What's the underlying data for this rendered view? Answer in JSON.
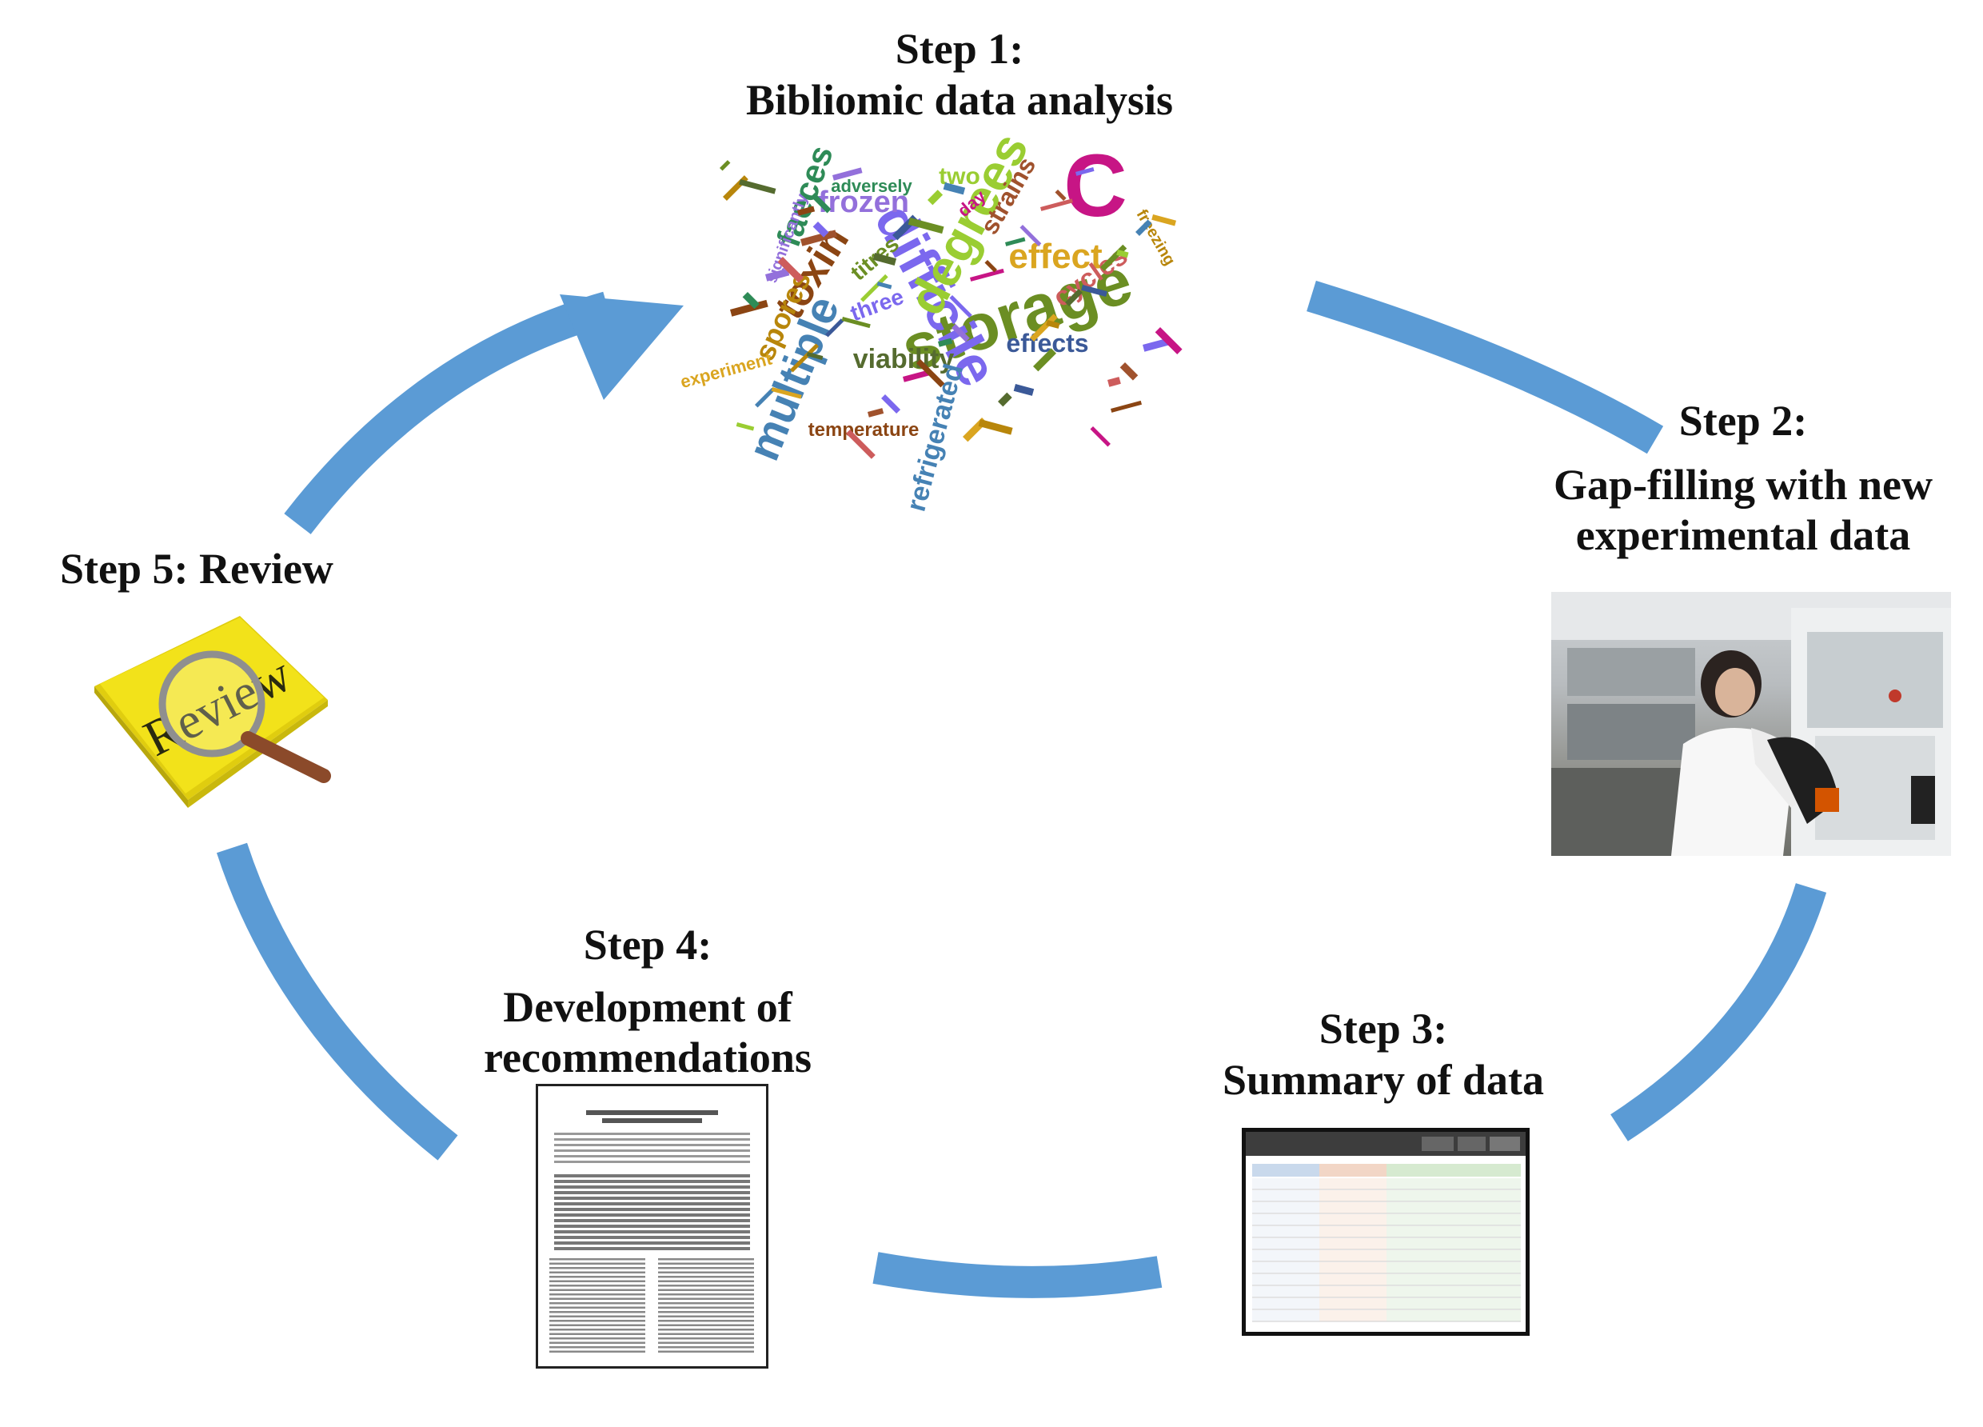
{
  "colors": {
    "arrow": "#5b9bd5",
    "review_note": "#f2e21a",
    "handle": "#8b4a2a"
  },
  "steps": {
    "step1": {
      "line1": "Step 1:",
      "line2": "Bibliomic data analysis"
    },
    "step2": {
      "line1": "Step 2:",
      "line2": "Gap-filling with new",
      "line3": "experimental data"
    },
    "step3": {
      "line1": "Step 3:",
      "line2": "Summary of data"
    },
    "step4": {
      "line1": "Step 4:",
      "line2": "Development of",
      "line3": "recommendations"
    },
    "step5": {
      "line1": "Step 5: Review"
    }
  },
  "icons": {
    "wordcloud": "word-cloud-image",
    "lab": "lab-photo-image",
    "table": "data-table-image",
    "paper": "paper-document-image",
    "review": "review-magnifier-icon"
  },
  "review_text": "Review",
  "wordcloud": {
    "words": [
      "storage",
      "difficile",
      "degrees",
      "C",
      "multiple",
      "toxin",
      "effect",
      "faeces",
      "spores",
      "frozen",
      "viability",
      "cycles",
      "effects",
      "strains",
      "titres",
      "three",
      "two",
      "day",
      "refrigerated",
      "temperature",
      "experiment",
      "adversely",
      "freezing",
      "significantly"
    ]
  }
}
